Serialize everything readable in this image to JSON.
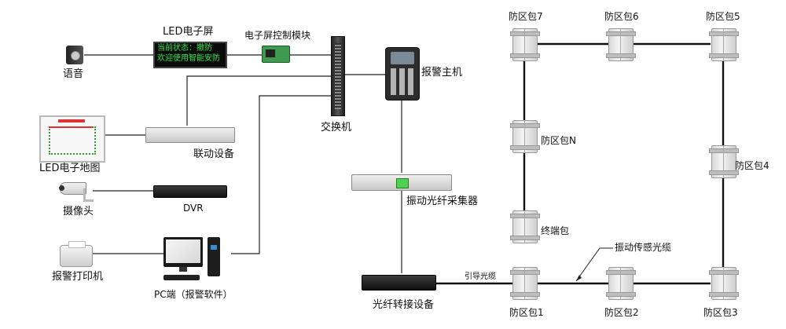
{
  "diagram": {
    "led_screen": {
      "label": "LED电子屏",
      "line1": "当前状态：撤防",
      "line2": "欢迎使用智能安防"
    },
    "labels": {
      "speech": "语音",
      "control_module": "电子屏控制模块",
      "switch": "交换机",
      "alarm_host": "报警主机",
      "led_map": "LED电子地图",
      "linkage": "联动设备",
      "camera": "摄像头",
      "dvr": "DVR",
      "printer": "报警打印机",
      "pc": "PC端（报警软件）",
      "fiber_collector": "振动光纤采集器",
      "fiber_adapter": "光纤转接设备",
      "lead_fiber": "引导光缆",
      "sensing_cable": "振动传感光缆",
      "terminal": "终端包",
      "zone_n": "防区包N",
      "zone_1": "防区包1",
      "zone_2": "防区包2",
      "zone_3": "防区包3",
      "zone_4": "防区包4",
      "zone_5": "防区包5",
      "zone_6": "防区包6",
      "zone_7": "防区包7"
    }
  }
}
